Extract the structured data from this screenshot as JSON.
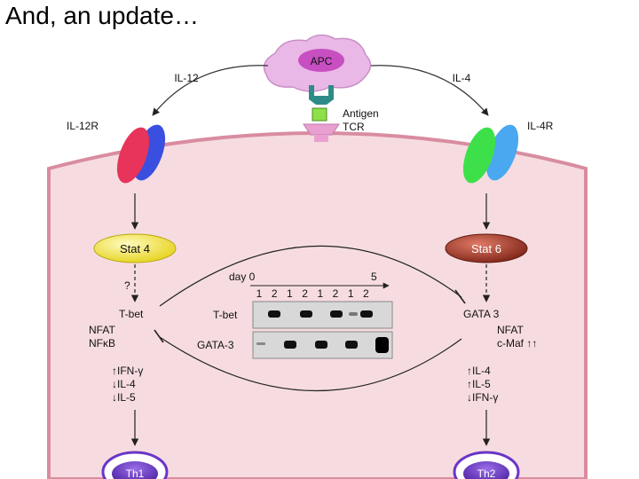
{
  "slide": {
    "title": "And, an update…"
  },
  "apc": {
    "label": "APC"
  },
  "cytokines": {
    "left": "IL-12",
    "right": "IL-4"
  },
  "receptors": {
    "left": "IL-12R",
    "right": "IL-4R"
  },
  "antigen": {
    "antigen_label": "Antigen",
    "tcr_label": "TCR"
  },
  "stats": {
    "left": "Stat 4",
    "right": "Stat 6"
  },
  "left_path": {
    "question": "?",
    "tbet": "T-bet",
    "nfat": "NFAT",
    "nfkb": "NFκB",
    "outputs": [
      "↑IFN-γ",
      "↓IL-4",
      "↓IL-5"
    ],
    "cell": "Th1"
  },
  "right_path": {
    "gata3": "GATA 3",
    "nfat": "NFAT",
    "cmaf": "c-Maf ↑↑",
    "outputs": [
      "↑IL-4",
      "↑IL-5",
      "↓IFN-γ"
    ],
    "cell": "Th2"
  },
  "blot": {
    "day_start": "day 0",
    "day_end": "5",
    "lanes": [
      "1",
      "2",
      "1",
      "2",
      "1",
      "2",
      "1",
      "2"
    ],
    "row1_label": "T-bet",
    "row2_label": "GATA-3"
  },
  "colors": {
    "cell_fill": "#f6dce0",
    "cell_stroke": "#d98ca0",
    "apc_fill": "#e9b8e6",
    "apc_core": "#c74fc2",
    "stat4": "#f0e43a",
    "stat6": "#a03a2e",
    "il12r_red": "#e8345a",
    "il12r_blue": "#3a4fe0",
    "il4r_green": "#3ee04a",
    "il4r_blue": "#4aa8f0",
    "th_fill": "#6a35c8",
    "blot_bg": "#d8d8d8"
  }
}
